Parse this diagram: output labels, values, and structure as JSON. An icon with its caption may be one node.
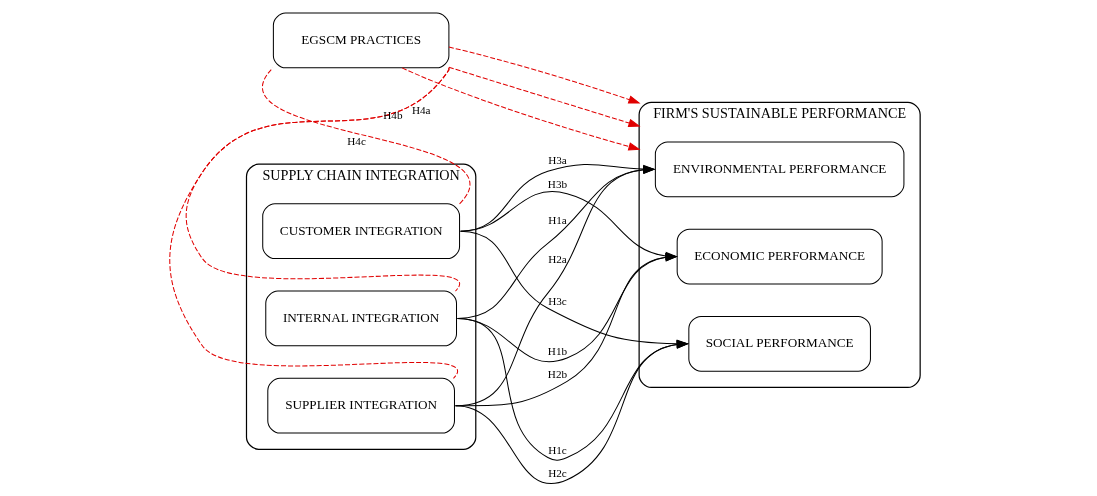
{
  "diagram": {
    "nodes": [
      {
        "text": [
          "EGSCM PRACTICES"
        ]
      },
      {
        "text": [
          "SUPPLY CHAIN INTEGRATION"
        ]
      },
      {
        "text": [
          "INTERNAL INTEGRATION"
        ],
        "in": 1
      },
      {
        "text": [
          "SUPPLIER INTEGRATION"
        ],
        "in": 1
      },
      {
        "text": [
          "CUSTOMER INTEGRATION"
        ],
        "in": 1
      },
      {
        "text": [
          "FIRM'S SUSTAINABLE PERFORMANCE"
        ]
      },
      {
        "text": [
          "ENVIRONMENTAL PERFORMANCE"
        ],
        "in": 5
      },
      {
        "text": [
          "ECONOMIC PERFORMANCE"
        ],
        "in": 5
      },
      {
        "text": [
          "SOCIAL PERFORMANCE"
        ],
        "in": 5
      }
    ],
    "edges": [
      {
        "from": 0,
        "to": 2,
        "arrow": "none",
        "label": "H4a",
        "style": "dashed",
        "color": "#e00000"
      },
      {
        "from": 0,
        "to": 3,
        "arrow": "none",
        "label": "H4b",
        "style": "dashed",
        "color": "#e00000"
      },
      {
        "from": 0,
        "to": 4,
        "arrow": "none",
        "label": "H4c",
        "style": "dashed",
        "color": "#e00000"
      },
      {
        "from": 0,
        "to": 5,
        "arrow": "to",
        "style": "dashed",
        "color": "#e00000"
      },
      {
        "from": 0,
        "to": 5,
        "arrow": "to",
        "style": "dashed",
        "color": "#e00000"
      },
      {
        "from": 0,
        "to": 5,
        "arrow": "to",
        "style": "dashed",
        "color": "#e00000"
      },
      {
        "from": 2,
        "to": 6,
        "arrow": "to",
        "label": "H1a"
      },
      {
        "from": 2,
        "to": 7,
        "arrow": "to",
        "label": "H1b"
      },
      {
        "from": 2,
        "to": 8,
        "arrow": "to",
        "label": "H1c"
      },
      {
        "from": 3,
        "to": 6,
        "arrow": "to",
        "label": "H2a"
      },
      {
        "from": 3,
        "to": 7,
        "arrow": "to",
        "label": "H2b"
      },
      {
        "from": 3,
        "to": 8,
        "arrow": "to",
        "label": "H2c"
      },
      {
        "from": 4,
        "to": 6,
        "arrow": "to",
        "label": "H3a"
      },
      {
        "from": 4,
        "to": 7,
        "arrow": "to",
        "label": "H3b"
      },
      {
        "from": 4,
        "to": 8,
        "arrow": "to",
        "label": "H3c"
      }
    ]
  }
}
